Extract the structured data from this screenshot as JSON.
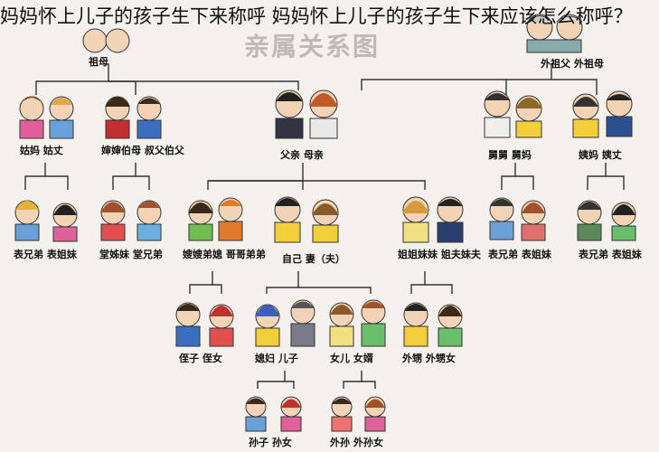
{
  "header": {
    "title": "妈妈怀上儿子的孩子生下来称呼 妈妈怀上儿子的孩子生下来应该怎么称呼？"
  },
  "diagram": {
    "title": "亲属关系图",
    "top_generation": {
      "paternal_grandparents": "祖母",
      "maternal_grandparents": "外祖父 外祖母"
    },
    "generation_2": {
      "paternal_aunt": "姑妈 姑丈",
      "paternal_uncle": "婶婶伯母 叔父伯父",
      "parents": "父亲 母亲",
      "maternal_uncle": "舅舅 舅妈",
      "maternal_aunt": "姨妈 姨丈"
    },
    "generation_3": {
      "cousins_left": "表兄弟 表姐妹",
      "cousins_paternal": "堂姊妹 堂兄弟",
      "siblings_in_law": "嫂嫂弟媳 哥哥弟弟",
      "self": "自己 妻（夫）",
      "sisters": "姐姐妹妹 姐夫妹夫",
      "cousins_right_1": "表兄弟 表姐妹",
      "cousins_right_2": "表兄弟 表姐妹"
    },
    "generation_4": {
      "nephews": "侄子 侄女",
      "children": "媳妇 儿子",
      "daughters": "女儿 女婿",
      "maternal_nephews": "外甥 外甥女"
    },
    "generation_5": {
      "grandchildren": "孙子 孙女",
      "grand_grandchildren": "外孙 外孙女"
    }
  }
}
